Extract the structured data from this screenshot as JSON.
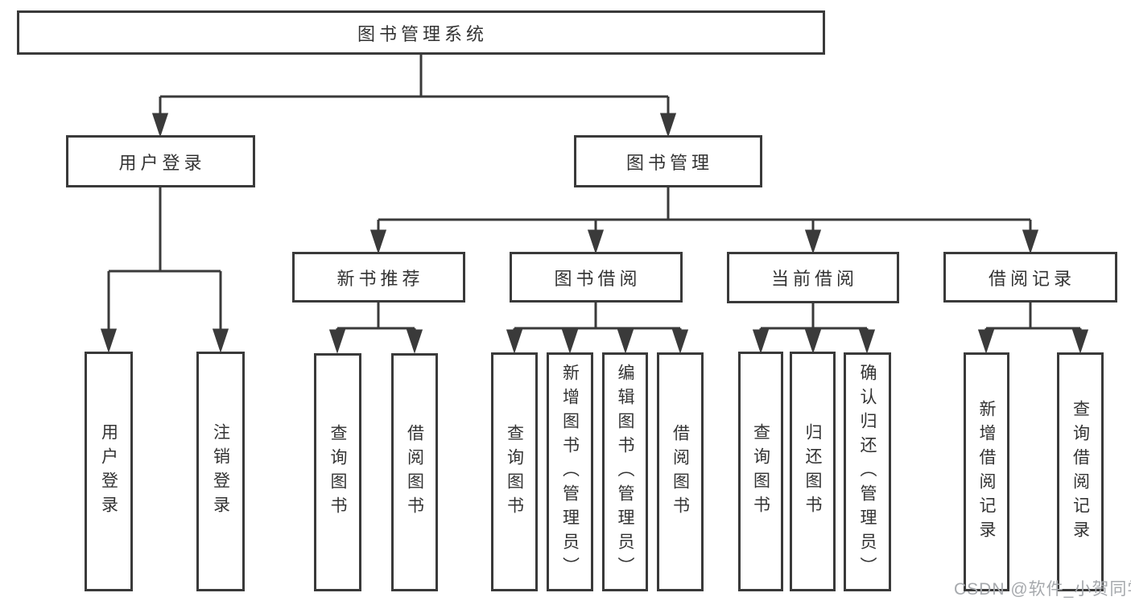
{
  "diagram": {
    "tree": {
      "label": "图书管理系统",
      "children": [
        {
          "label": "用户登录",
          "children": [
            {
              "label": "用户登录"
            },
            {
              "label": "注销登录"
            }
          ]
        },
        {
          "label": "图书管理",
          "children": [
            {
              "label": "新书推荐",
              "children": [
                {
                  "label": "查询图书"
                },
                {
                  "label": "借阅图书"
                }
              ]
            },
            {
              "label": "图书借阅",
              "children": [
                {
                  "label": "查询图书"
                },
                {
                  "label": "新增图书（管理员）"
                },
                {
                  "label": "编辑图书（管理员）"
                },
                {
                  "label": "借阅图书"
                }
              ]
            },
            {
              "label": "当前借阅",
              "children": [
                {
                  "label": "查询图书"
                },
                {
                  "label": "归还图书"
                },
                {
                  "label": "确认归还（管理员）"
                }
              ]
            },
            {
              "label": "借阅记录",
              "children": [
                {
                  "label": "新增借阅记录"
                },
                {
                  "label": "查询借阅记录"
                }
              ]
            }
          ]
        }
      ]
    },
    "line_color": "#3a3a3a",
    "text_color": "#333333",
    "background": "#ffffff"
  },
  "watermark": "CSDN @软件_小贺同学"
}
